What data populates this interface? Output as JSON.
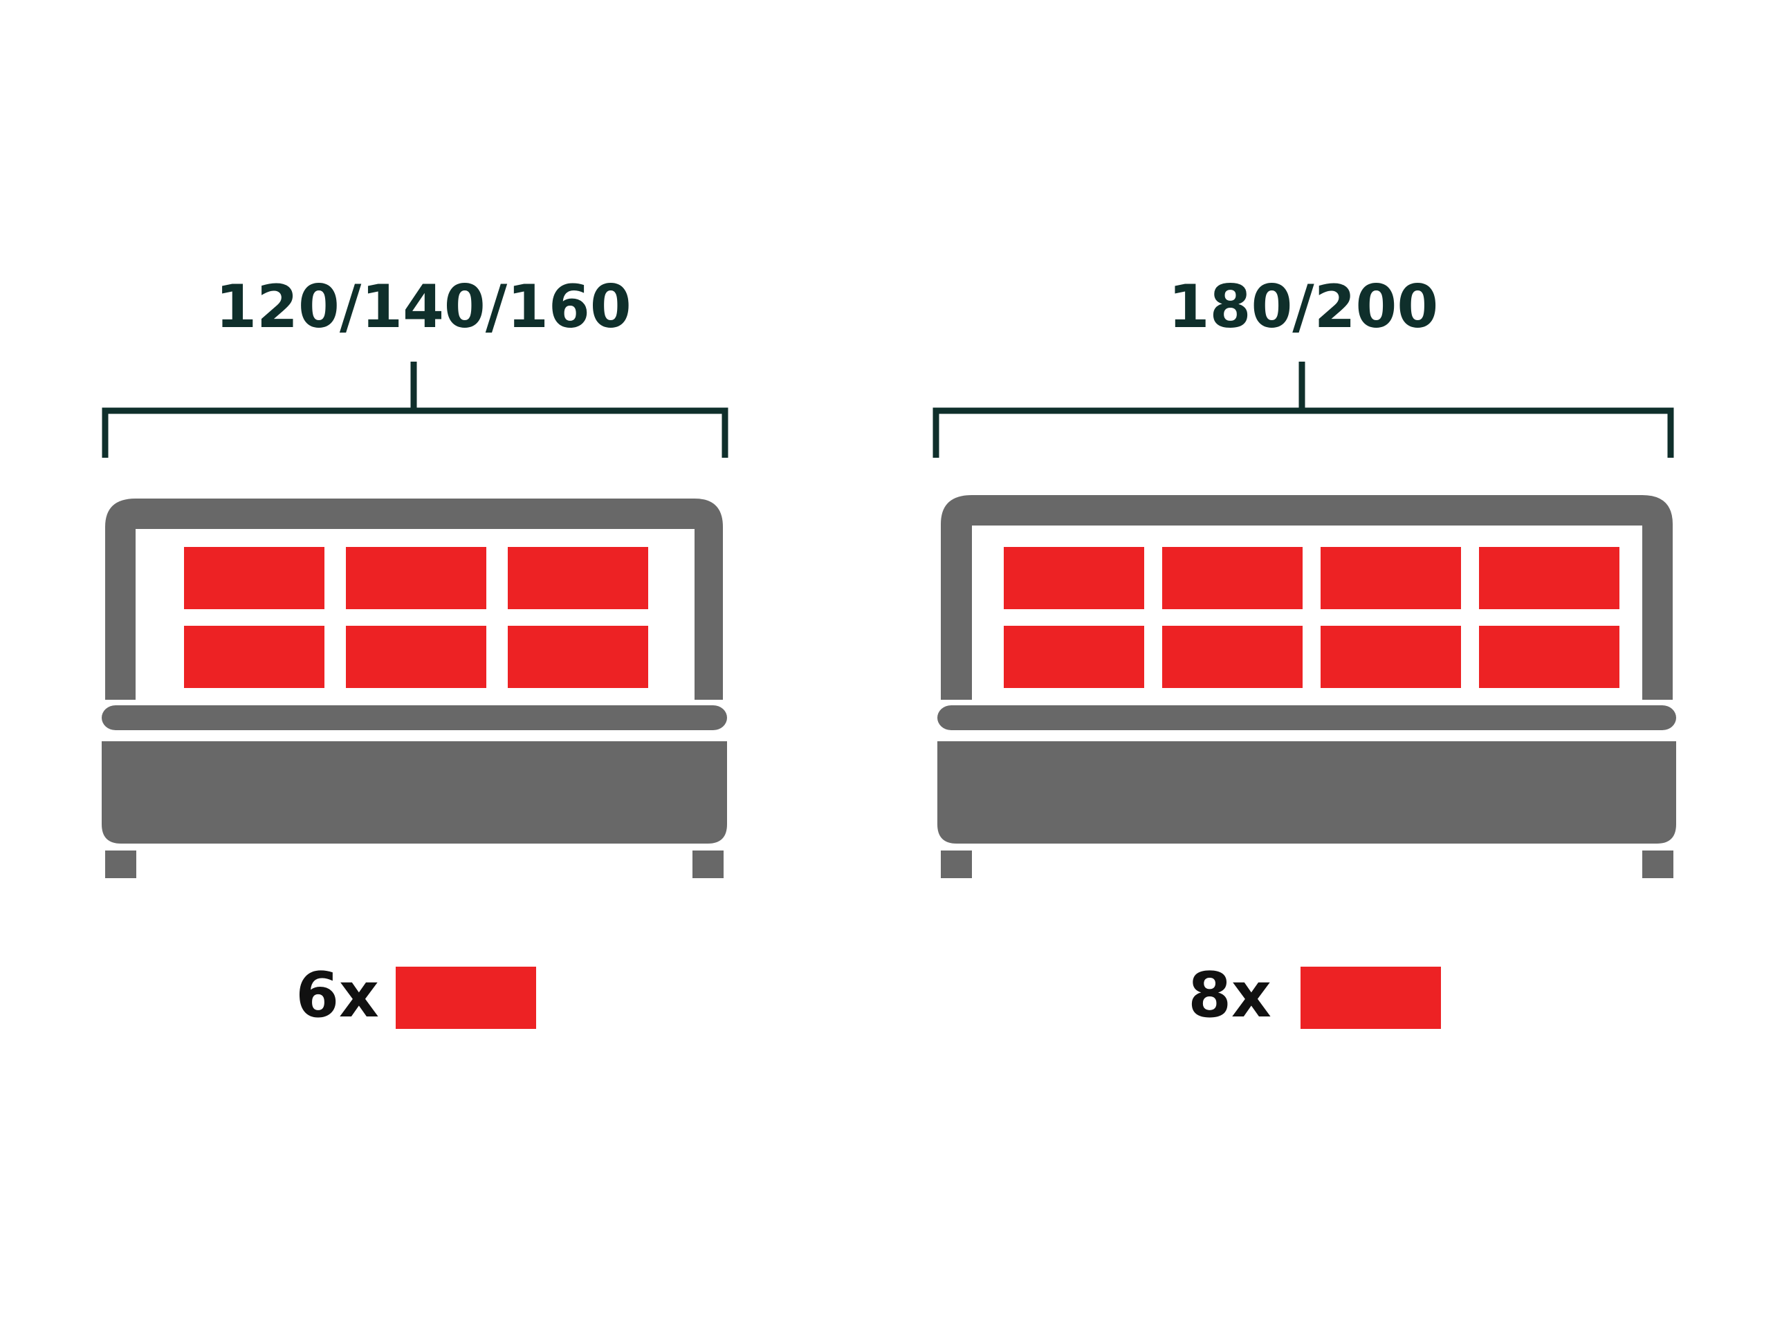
{
  "colors": {
    "frame": "#686868",
    "panel": "#ed2224",
    "bracket": "#0f2f2b",
    "text": "#111111",
    "background": "#ffffff"
  },
  "beds": [
    {
      "size_label": "120/140/160",
      "count_label": "6x",
      "panel_columns": 3,
      "panel_rows": 2
    },
    {
      "size_label": "180/200",
      "count_label": "8x",
      "panel_columns": 4,
      "panel_rows": 2
    }
  ]
}
